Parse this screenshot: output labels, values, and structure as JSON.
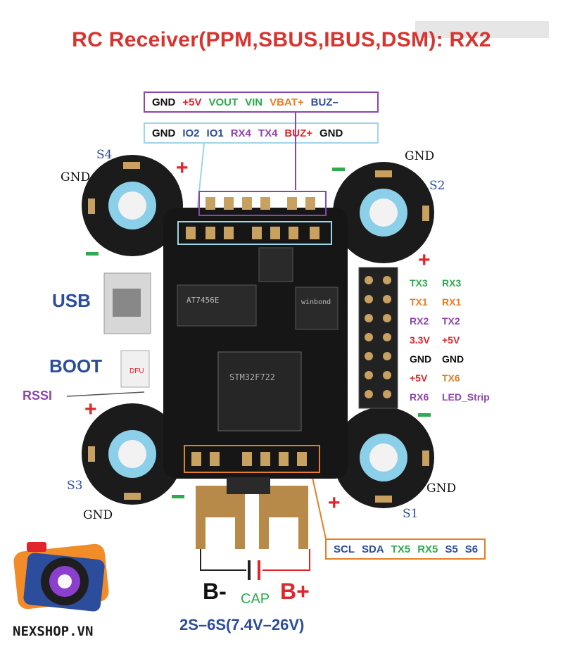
{
  "title": "RC Receiver(PPM,SBUS,IBUS,DSM): RX2",
  "colors": {
    "red": "#d8342f",
    "green": "#2eaa4f",
    "blue": "#2c4c9c",
    "purple": "#8e44ad",
    "orange": "#e67e22",
    "black": "#111111"
  },
  "top_row_1": [
    {
      "text": "GND",
      "color": "#111111"
    },
    {
      "text": "+5V",
      "color": "#e0262b"
    },
    {
      "text": "VOUT",
      "color": "#2eaa4f"
    },
    {
      "text": "VIN",
      "color": "#2eaa4f"
    },
    {
      "text": "VBAT+",
      "color": "#e67e22"
    },
    {
      "text": "BUZ–",
      "color": "#2c4c9c"
    }
  ],
  "top_row_2": [
    {
      "text": "GND",
      "color": "#111111"
    },
    {
      "text": "IO2",
      "color": "#2c4c9c"
    },
    {
      "text": "IO1",
      "color": "#2c4c9c"
    },
    {
      "text": "RX4",
      "color": "#8e44ad"
    },
    {
      "text": "TX4",
      "color": "#8e44ad"
    },
    {
      "text": "BUZ+",
      "color": "#e0262b"
    },
    {
      "text": "GND",
      "color": "#111111"
    }
  ],
  "bottom_row": [
    {
      "text": "SCL",
      "color": "#2c4c9c"
    },
    {
      "text": "SDA",
      "color": "#2c4c9c"
    },
    {
      "text": "TX5",
      "color": "#2eaa4f"
    },
    {
      "text": "RX5",
      "color": "#2eaa4f"
    },
    {
      "text": "S5",
      "color": "#2c4c9c"
    },
    {
      "text": "S6",
      "color": "#2c4c9c"
    }
  ],
  "uart_rows": [
    [
      {
        "text": "TX3",
        "color": "#2eaa4f"
      },
      {
        "text": "RX3",
        "color": "#2eaa4f"
      }
    ],
    [
      {
        "text": "TX1",
        "color": "#e67e22"
      },
      {
        "text": "RX1",
        "color": "#e67e22"
      }
    ],
    [
      {
        "text": "RX2",
        "color": "#8e44ad"
      },
      {
        "text": "TX2",
        "color": "#8e44ad"
      }
    ],
    [
      {
        "text": "3.3V",
        "color": "#e0262b"
      },
      {
        "text": "+5V",
        "color": "#e0262b"
      }
    ],
    [
      {
        "text": "GND",
        "color": "#111111"
      },
      {
        "text": "GND",
        "color": "#111111"
      }
    ],
    [
      {
        "text": "+5V",
        "color": "#e0262b"
      },
      {
        "text": "TX6",
        "color": "#e67e22"
      }
    ],
    [
      {
        "text": "RX6",
        "color": "#8e44ad"
      },
      {
        "text": "LED_Strip",
        "color": "#8e44ad"
      }
    ]
  ],
  "side_labels": {
    "usb": "USB",
    "boot": "BOOT",
    "rssi": "RSSI"
  },
  "motor_labels": {
    "s1": "S1",
    "s2": "S2",
    "s3": "S3",
    "s4": "S4",
    "gnd": "GND"
  },
  "power": {
    "b_minus": "B-",
    "b_plus": "B+",
    "cap": "CAP",
    "voltage": "2S–6S(7.4V–26V)"
  },
  "brand": "NEXSHOP.VN"
}
